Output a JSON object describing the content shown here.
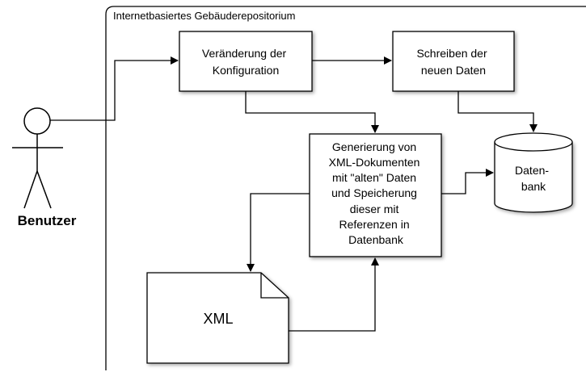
{
  "frame": {
    "title": "Internetbasiertes Gebäuderepositorium"
  },
  "actor": {
    "label": "Benutzer"
  },
  "nodes": {
    "config": {
      "lines": [
        "Veränderung der",
        "Konfiguration"
      ]
    },
    "write": {
      "lines": [
        "Schreiben der",
        "neuen Daten"
      ]
    },
    "generate": {
      "lines": [
        "Generierung von",
        "XML-Dokumenten",
        "mit \"alten\" Daten",
        "und Speicherung",
        "dieser  mit",
        "Referenzen in",
        "Datenbank"
      ]
    },
    "database": {
      "lines": [
        "Daten-",
        "bank"
      ]
    },
    "xml": {
      "label": "XML"
    }
  }
}
